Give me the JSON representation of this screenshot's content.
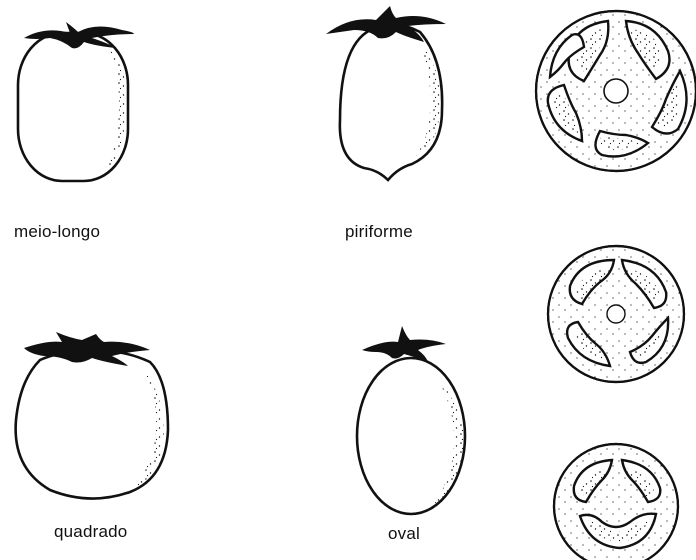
{
  "figure": {
    "labels": {
      "meio_longo": "meio-longo",
      "piriforme": "piriforme",
      "quadrado": "quadrado",
      "oval": "oval"
    },
    "colors": {
      "ink": "#111111",
      "background": "#ffffff"
    }
  }
}
